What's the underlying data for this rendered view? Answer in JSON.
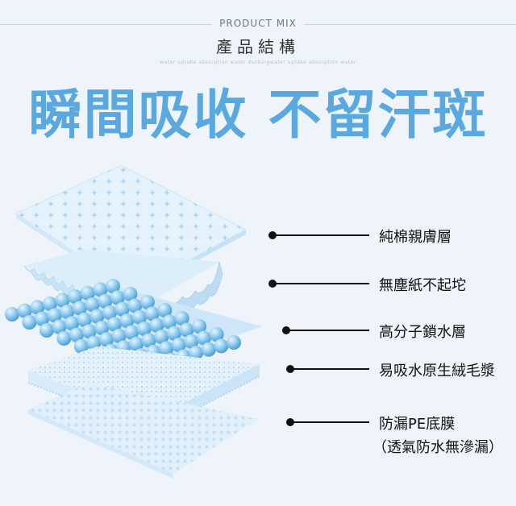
{
  "header": {
    "en_title": "PRODUCT MIX",
    "zh_title": "產品結構",
    "micro_text": "water uptake absorption water duckingwater uptake absorption water"
  },
  "headline": "瞬間吸收 不留汗斑",
  "layers": [
    {
      "label": "純棉親膚層"
    },
    {
      "label": "無塵紙不起坨"
    },
    {
      "label": "高分子鎖水層"
    },
    {
      "label": "易吸水原生絨毛漿"
    },
    {
      "label": "防漏PE底膜",
      "sublabel": "（透氣防水無滲漏）"
    }
  ],
  "colors": {
    "headline": "#59a9e0",
    "background": "#eef4f9",
    "bead": "#7fc2ec",
    "sheet": "#ddeefa"
  }
}
